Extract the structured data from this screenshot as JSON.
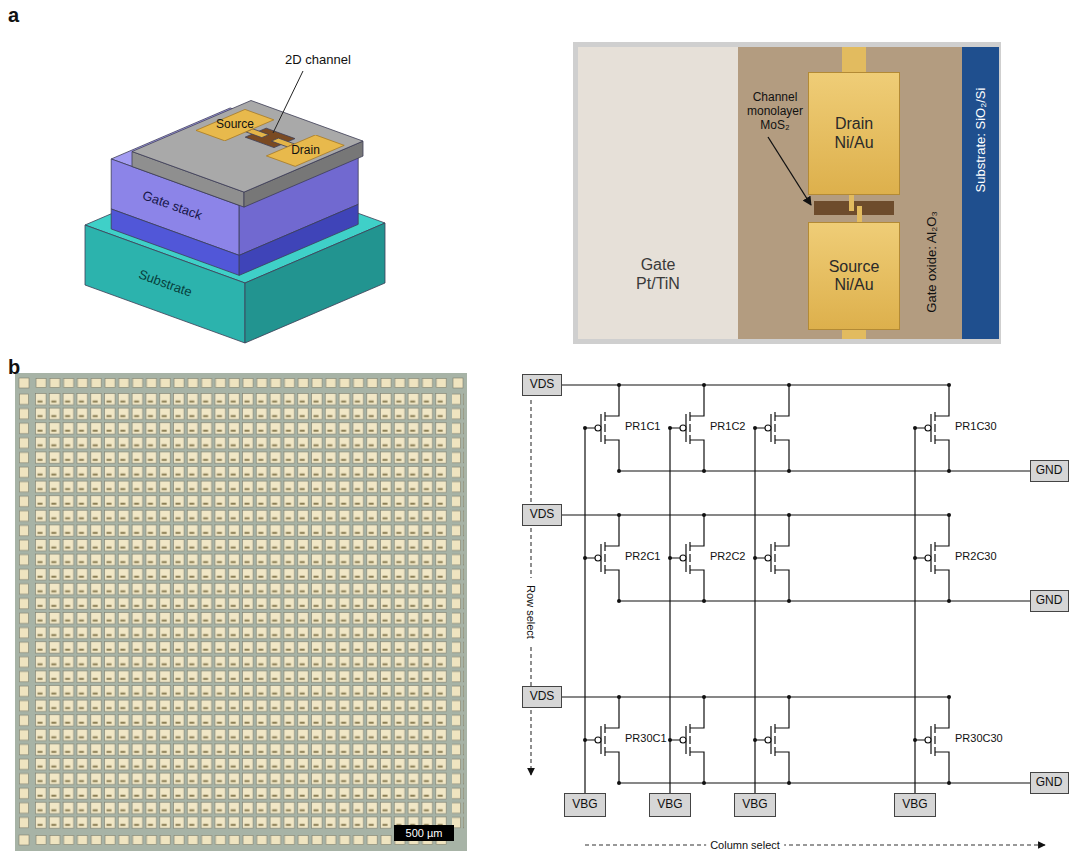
{
  "diagram": {
    "nodes": [
      {
        "text": [
          "Source"
        ]
      },
      {
        "text": [
          "Drain"
        ]
      },
      {
        "text": [
          "Gate Pt/TiN"
        ]
      },
      {
        "text": [
          "Drain Ni/Au"
        ]
      },
      {
        "text": [
          "Source Ni/Au"
        ]
      },
      {
        "text": [
          "VDS"
        ]
      },
      {
        "text": [
          "GND"
        ]
      },
      {
        "text": [
          "VDS"
        ]
      },
      {
        "text": [
          "GND"
        ]
      },
      {
        "text": [
          "VDS"
        ]
      },
      {
        "text": [
          "GND"
        ]
      },
      {
        "text": [
          "VBG"
        ]
      },
      {
        "text": [
          "VBG"
        ]
      },
      {
        "text": [
          "VBG"
        ]
      },
      {
        "text": [
          "VBG"
        ]
      }
    ],
    "labels": [
      "a",
      "2D channel",
      "Gate stack",
      "Substrate",
      "Channel monolayer MoS₂",
      "Gate oxide: Al₂O₃",
      "Substrate: SiO₂/Si",
      "b",
      "500 µm",
      "PR1C1",
      "PR1C2",
      "PR1C30",
      "PR2C1",
      "PR2C2",
      "PR2C30",
      "PR30C1",
      "PR30C30",
      "Row select",
      "Column select"
    ]
  }
}
